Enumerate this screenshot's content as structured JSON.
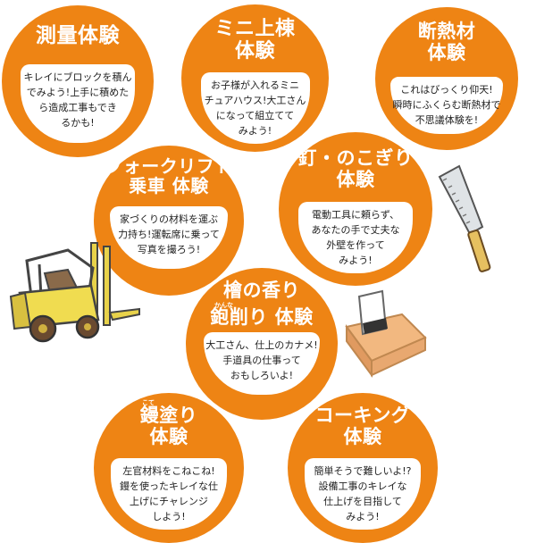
{
  "colors": {
    "accent": "#ee8414",
    "text": "#222222"
  },
  "cards": [
    {
      "title": [
        "測量体験"
      ],
      "desc": [
        "キレイにブロックを積ん",
        "でみよう!上手に積めた",
        "ら造成工事もでき",
        "るかも!"
      ]
    },
    {
      "title": [
        "ミニ上棟",
        "体験"
      ],
      "desc": [
        "お子様が入れるミニ",
        "チュアハウス!大工さん",
        "になって組立てて",
        "みよう!"
      ]
    },
    {
      "title": [
        "断熱材",
        "体験"
      ],
      "desc": [
        "これはびっくり仰天!",
        "瞬時にふくらむ断熱材で",
        "不思議体験を!"
      ]
    },
    {
      "title": [
        "フォークリフト",
        "乗車 体験"
      ],
      "desc": [
        "家づくりの材料を運ぶ",
        "力持ち!運転席に乗って",
        "写真を撮ろう!"
      ]
    },
    {
      "title": [
        "釘・のこぎり",
        "体験"
      ],
      "desc": [
        "電動工具に頼らず、",
        "あなたの手で丈夫な",
        "外壁を作って",
        "みよう!"
      ]
    },
    {
      "title": [
        "檜の香り",
        "鉋削り 体験"
      ],
      "ruby": "かんな",
      "desc": [
        "大工さん、仕上のカナメ!",
        "手道具の仕事って",
        "おもしろいよ!"
      ]
    },
    {
      "title": [
        "鏝塗り",
        "体験"
      ],
      "ruby": "こて",
      "desc": [
        "左官材料をこねこね!",
        "鏝を使ったキレイな仕",
        "上げにチャレンジ",
        "しよう!"
      ]
    },
    {
      "title": [
        "コーキング",
        "体験"
      ],
      "desc": [
        "簡単そうで難しいよ!?",
        "設備工事のキレイな",
        "仕上げを目指して",
        "みよう!"
      ]
    }
  ],
  "illustrations": [
    "forklift-illustration",
    "saw-illustration",
    "plane-illustration"
  ]
}
